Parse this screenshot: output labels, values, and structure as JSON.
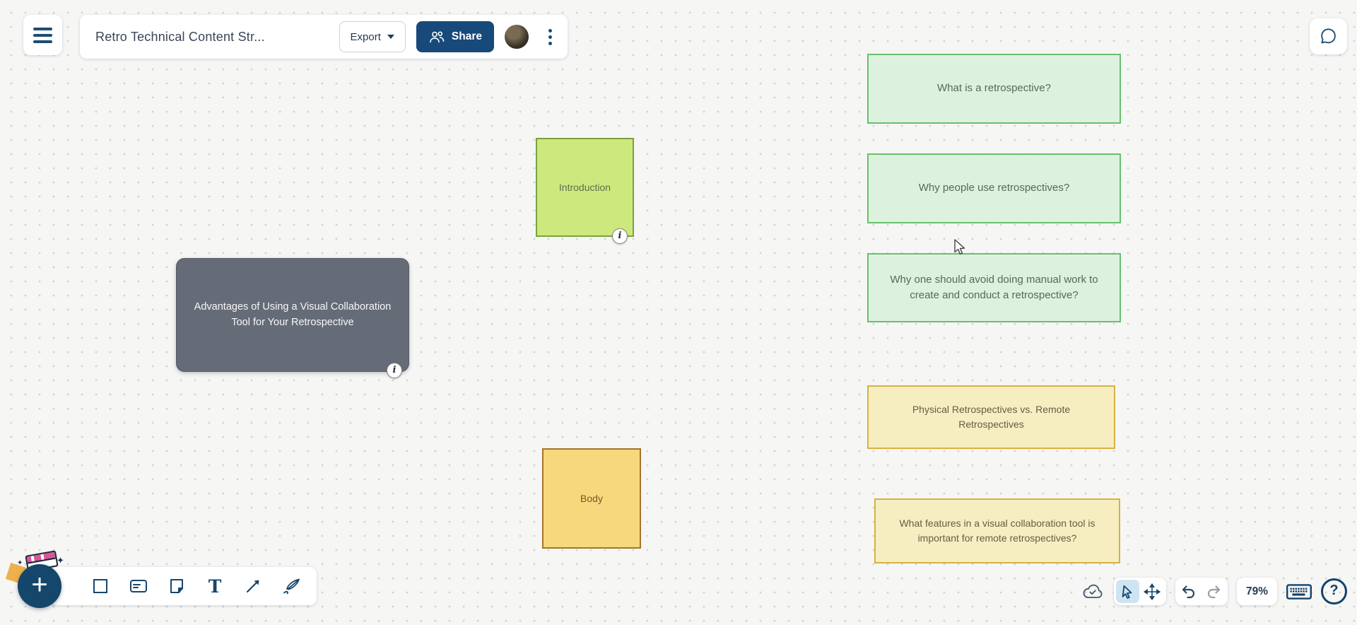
{
  "header": {
    "title": "Retro Technical Content Str...",
    "export_label": "Export",
    "share_label": "Share"
  },
  "canvas": {
    "shapes": [
      {
        "id": "intro",
        "label": "Introduction",
        "fill": "#cde87c",
        "border": "#7aa23f"
      },
      {
        "id": "advantages",
        "label": "Advantages of Using a Visual Collaboration Tool for Your Retrospective",
        "fill": "#666b78",
        "border": "#555a66"
      },
      {
        "id": "body",
        "label": "Body",
        "fill": "#f5d97c",
        "border": "#a8732b"
      },
      {
        "id": "q1",
        "label": "What is a retrospective?",
        "fill": "#ddf2de",
        "border": "#69bf6d"
      },
      {
        "id": "q2",
        "label": "Why people use retrospectives?",
        "fill": "#ddf2de",
        "border": "#69bf6d"
      },
      {
        "id": "q3",
        "label": "Why one should avoid doing manual work to create and conduct a retrospective?",
        "fill": "#ddf2de",
        "border": "#69bf6d"
      },
      {
        "id": "y1",
        "label": "Physical Retrospectives vs. Remote Retrospectives",
        "fill": "#f6eec1",
        "border": "#d6b23f"
      },
      {
        "id": "y2",
        "label": "What features in a visual collaboration tool is important for remote retrospectives?",
        "fill": "#f6eec1",
        "border": "#d6b23f"
      }
    ],
    "info_badge_label": "i"
  },
  "bottom_left_toolbar": {
    "plus_label": "+",
    "text_tool_glyph": "T",
    "tools": [
      "rectangle",
      "card",
      "sticky-note",
      "text",
      "connector",
      "freehand-draw"
    ]
  },
  "bottom_right_controls": {
    "zoom_level": "79%",
    "help_label": "?",
    "icons": [
      "cloud-sync",
      "select-cursor",
      "pan-move",
      "undo",
      "redo",
      "keyboard-shortcuts",
      "help"
    ]
  },
  "icons": {
    "hamburger-icon": "three-bars",
    "chevron-down-icon": "triangle",
    "people-icon": "two-person-outline",
    "kebab-menu-icon": "vertical-dots",
    "chat-icon": "speech-bubble",
    "info-icon": "italic-i-circle"
  },
  "colors": {
    "accent_navy": "#15466b",
    "share_button": "#17497b",
    "selected_tool_bg": "#cfe4f3",
    "canvas_dot": "#d3d3d1"
  }
}
